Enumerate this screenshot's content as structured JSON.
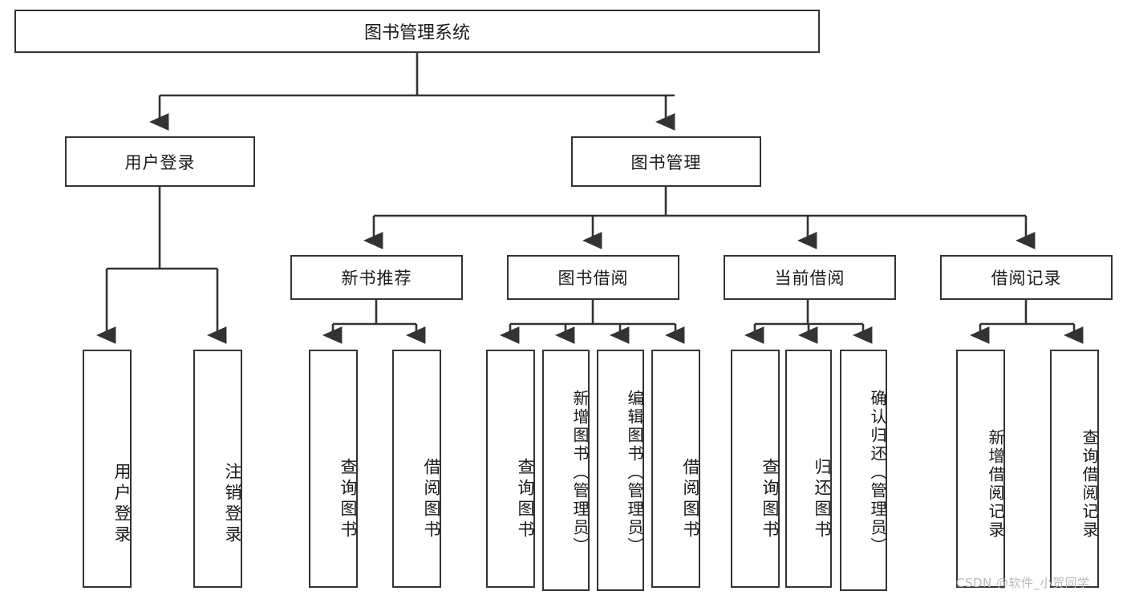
{
  "diagram": {
    "type": "tree-hierarchy",
    "title": "图书管理系统",
    "orientation": "top-down",
    "nodes": {
      "root": {
        "label": "图书管理系统",
        "level": 1
      },
      "user_login": {
        "label": "用户登录",
        "level": 2
      },
      "book_manage": {
        "label": "图书管理",
        "level": 2
      },
      "new_book_rec": {
        "label": "新书推荐",
        "level": 3
      },
      "book_borrow": {
        "label": "图书借阅",
        "level": 3
      },
      "current_borrow": {
        "label": "当前借阅",
        "level": 3
      },
      "borrow_record": {
        "label": "借阅记录",
        "level": 3
      },
      "leaf_user_login": {
        "label": "用户登录",
        "level": 4
      },
      "leaf_logout": {
        "label": "注销登录",
        "level": 4
      },
      "leaf_query_book_1": {
        "label": "查询图书",
        "level": 4
      },
      "leaf_borrow_book_1": {
        "label": "借阅图书",
        "level": 4
      },
      "leaf_query_book_2": {
        "label": "查询图书",
        "level": 4
      },
      "leaf_add_book": {
        "label": "新增图书（管理员）",
        "level": 4
      },
      "leaf_edit_book": {
        "label": "编辑图书（管理员）",
        "level": 4
      },
      "leaf_borrow_book_2": {
        "label": "借阅图书",
        "level": 4
      },
      "leaf_query_book_3": {
        "label": "查询图书",
        "level": 4
      },
      "leaf_return_book": {
        "label": "归还图书",
        "level": 4
      },
      "leaf_confirm_return": {
        "label": "确认归还（管理员）",
        "level": 4
      },
      "leaf_add_record": {
        "label": "新增借阅记录",
        "level": 4
      },
      "leaf_query_record": {
        "label": "查询借阅记录",
        "level": 4
      }
    },
    "edges": [
      {
        "from": "root",
        "to": "user_login"
      },
      {
        "from": "root",
        "to": "book_manage"
      },
      {
        "from": "user_login",
        "to": "leaf_user_login"
      },
      {
        "from": "user_login",
        "to": "leaf_logout"
      },
      {
        "from": "book_manage",
        "to": "new_book_rec"
      },
      {
        "from": "book_manage",
        "to": "book_borrow"
      },
      {
        "from": "book_manage",
        "to": "current_borrow"
      },
      {
        "from": "book_manage",
        "to": "borrow_record"
      },
      {
        "from": "new_book_rec",
        "to": "leaf_query_book_1"
      },
      {
        "from": "new_book_rec",
        "to": "leaf_borrow_book_1"
      },
      {
        "from": "book_borrow",
        "to": "leaf_query_book_2"
      },
      {
        "from": "book_borrow",
        "to": "leaf_add_book"
      },
      {
        "from": "book_borrow",
        "to": "leaf_edit_book"
      },
      {
        "from": "book_borrow",
        "to": "leaf_borrow_book_2"
      },
      {
        "from": "current_borrow",
        "to": "leaf_query_book_3"
      },
      {
        "from": "current_borrow",
        "to": "leaf_return_book"
      },
      {
        "from": "current_borrow",
        "to": "leaf_confirm_return"
      },
      {
        "from": "borrow_record",
        "to": "leaf_add_record"
      },
      {
        "from": "borrow_record",
        "to": "leaf_query_record"
      }
    ],
    "colors": {
      "node_border": "#333333",
      "node_fill": "#ffffff",
      "edge": "#333333",
      "text": "#1a1a1a",
      "watermark": "#b9b9b9",
      "background": "#ffffff"
    }
  },
  "watermark": {
    "text": "CSDN @软件_小贺同学"
  }
}
